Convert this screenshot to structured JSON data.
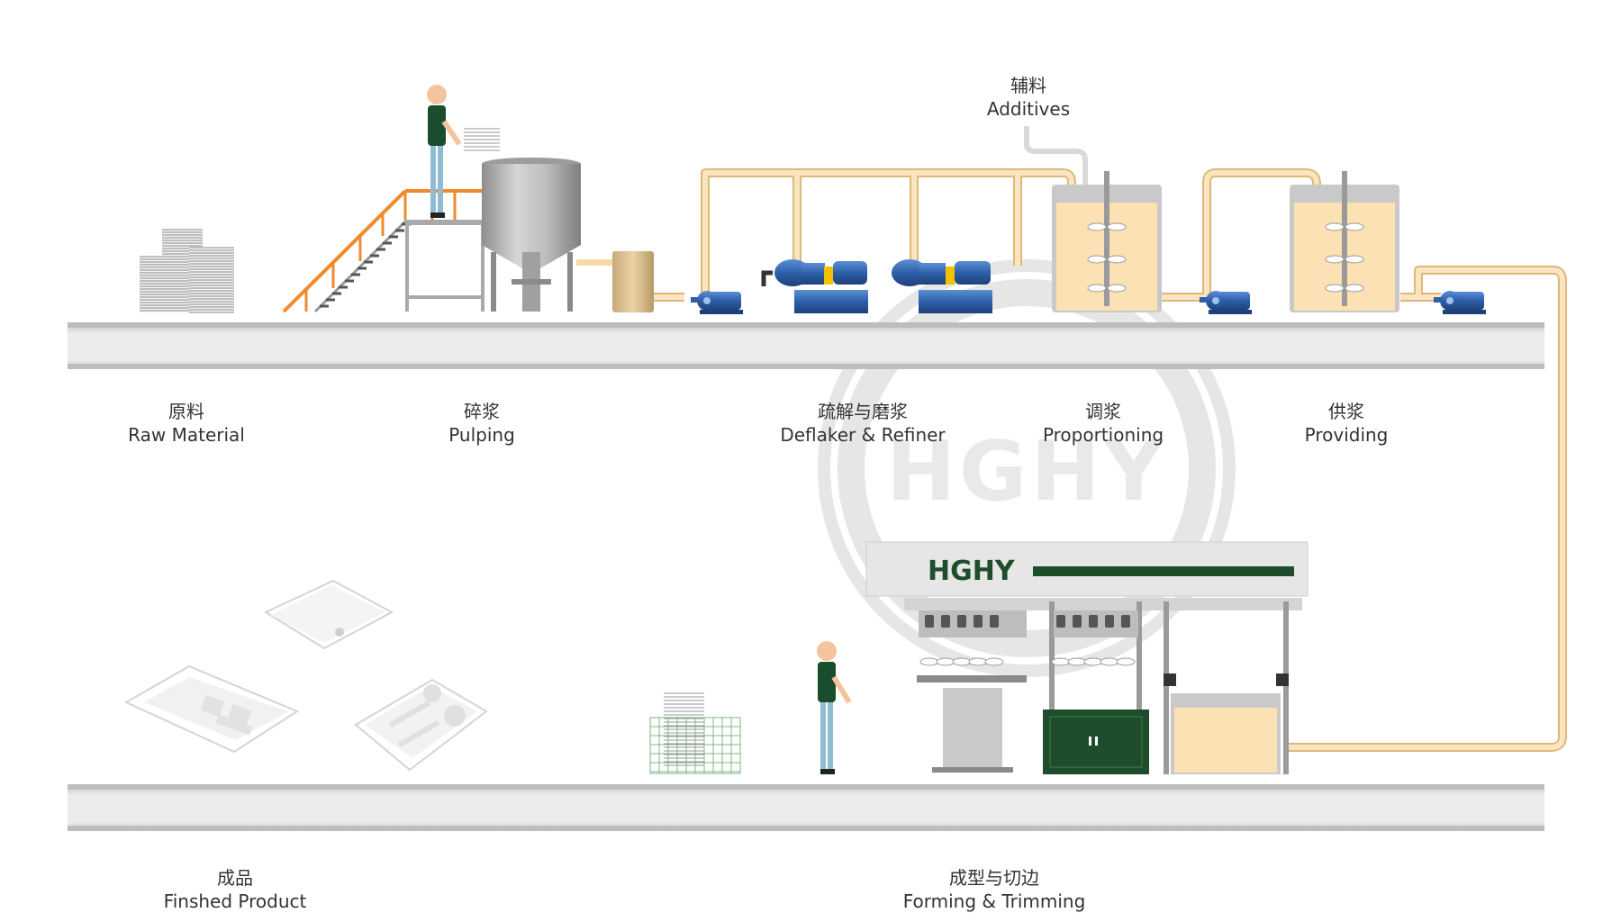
{
  "labels": {
    "raw_material": {
      "zh": "原料",
      "en": "Raw Material"
    },
    "pulping": {
      "zh": "碎浆",
      "en": "Pulping"
    },
    "deflaker_refiner": {
      "zh": "疏解与磨浆",
      "en": "Deflaker & Refiner"
    },
    "proportioning": {
      "zh": "调浆",
      "en": "Proportioning"
    },
    "providing": {
      "zh": "供浆",
      "en": "Providing"
    },
    "additives": {
      "zh": "辅料",
      "en": "Additives"
    },
    "finished_product": {
      "zh": "成品",
      "en": "Finshed Product"
    },
    "forming_trimming": {
      "zh": "成型与切边",
      "en": "Forming & Trimming"
    }
  },
  "machine_brand": "HGHY",
  "watermark": "HGHY",
  "colors": {
    "pipe": "#f6d9a6",
    "pipe_edge": "#e0b877",
    "stairs": "#f08a2c",
    "pump_blue": "#2d5fa8",
    "brand_green": "#1e4d2b",
    "slurry": "#fbe1b3",
    "floor": "#c7c7c7",
    "worker_shirt": "#1a4d2e",
    "worker_pants": "#8fbcd3",
    "worker_skin": "#f4c49c"
  }
}
